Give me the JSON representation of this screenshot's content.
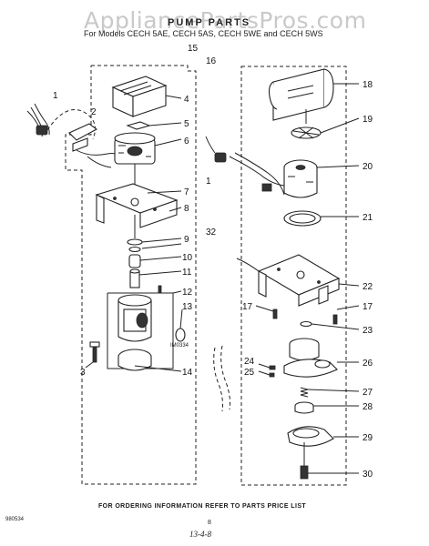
{
  "watermark": "AppliancePartsPros.com",
  "title": "PUMP PARTS",
  "models": "For Models CECH 5AE, CECH 5AS, CECH 5WE and CECH 5WS",
  "footer": "FOR ORDERING INFORMATION REFER TO PARTS PRICE LIST",
  "code_left": "980534",
  "page_number": "8",
  "handwritten_note": "13-4-8",
  "subdrawing_code": "IM0334",
  "callouts": {
    "c1": "1",
    "c2": "2",
    "c3": "3",
    "c4": "4",
    "c5": "5",
    "c6": "6",
    "c7": "7",
    "c8": "8",
    "c9": "9",
    "c10": "10",
    "c11": "11",
    "c12": "12",
    "c13": "13",
    "c14": "14",
    "c15": "15",
    "c16": "16",
    "c17a": "17",
    "c17b": "17",
    "c18": "18",
    "c19": "19",
    "c20": "20",
    "c21": "21",
    "c22": "22",
    "c23": "23",
    "c24": "24",
    "c25": "25",
    "c26": "26",
    "c27": "27",
    "c28": "28",
    "c29": "29",
    "c30": "30",
    "c32": "32",
    "c1b": "1"
  }
}
